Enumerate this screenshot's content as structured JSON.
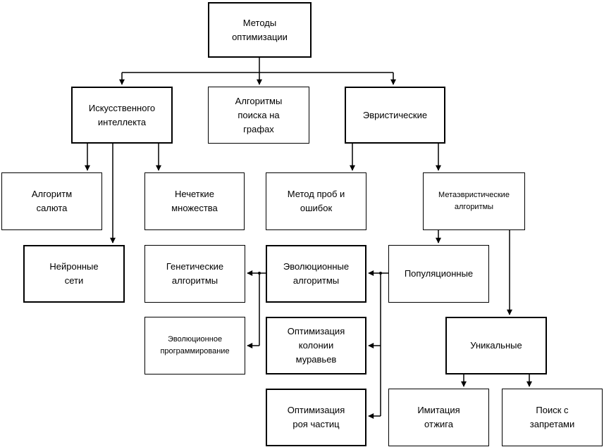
{
  "diagram": {
    "title": "Методы оптимизации",
    "colors": {
      "line": "#000000",
      "box_border": "#000000",
      "box_background": "#ffffff",
      "page_background": "#ffffff",
      "text": "#000000"
    },
    "nodes": {
      "metody": {
        "label": "Методы\nоптимизации"
      },
      "ai": {
        "label": "Искусственного\nинтеллекта"
      },
      "graph_search": {
        "label": "Алгоритмы\nпоиска на\nграфах"
      },
      "heuristic": {
        "label": "Эвристические"
      },
      "salute": {
        "label": "Алгоритм\nсалюта"
      },
      "fuzzy": {
        "label": "Нечеткие\nмножества"
      },
      "trial_error": {
        "label": "Метод проб и\nошибок"
      },
      "metaheuristic": {
        "label": "Метаэвристические\nалгоритмы"
      },
      "neural": {
        "label": "Нейронные\nсети"
      },
      "genetic": {
        "label": "Генетические\nалгоритмы"
      },
      "evolutionary": {
        "label": "Эволюционные\nалгоритмы"
      },
      "population": {
        "label": "Популяционные"
      },
      "evo_programming": {
        "label": "Эволюционное\nпрограммирование"
      },
      "ant_colony": {
        "label": "Оптимизация\nколонии\nмуравьев"
      },
      "unique": {
        "label": "Уникальные"
      },
      "particle_swarm": {
        "label": "Оптимизация\nроя частиц"
      },
      "annealing": {
        "label": "Имитация\nотжига"
      },
      "tabu": {
        "label": "Поиск с\nзапретами"
      }
    },
    "edges": [
      {
        "from": "metody",
        "to": "ai"
      },
      {
        "from": "metody",
        "to": "graph_search"
      },
      {
        "from": "metody",
        "to": "heuristic"
      },
      {
        "from": "ai",
        "to": "salute"
      },
      {
        "from": "ai",
        "to": "neural"
      },
      {
        "from": "ai",
        "to": "fuzzy"
      },
      {
        "from": "heuristic",
        "to": "trial_error"
      },
      {
        "from": "heuristic",
        "to": "metaheuristic"
      },
      {
        "from": "metaheuristic",
        "to": "population"
      },
      {
        "from": "metaheuristic",
        "to": "unique"
      },
      {
        "from": "population",
        "to": "evolutionary"
      },
      {
        "from": "population",
        "to": "ant_colony"
      },
      {
        "from": "population",
        "to": "particle_swarm"
      },
      {
        "from": "evolutionary",
        "to": "genetic"
      },
      {
        "from": "evolutionary",
        "to": "evo_programming"
      },
      {
        "from": "unique",
        "to": "annealing"
      },
      {
        "from": "unique",
        "to": "tabu"
      }
    ]
  }
}
